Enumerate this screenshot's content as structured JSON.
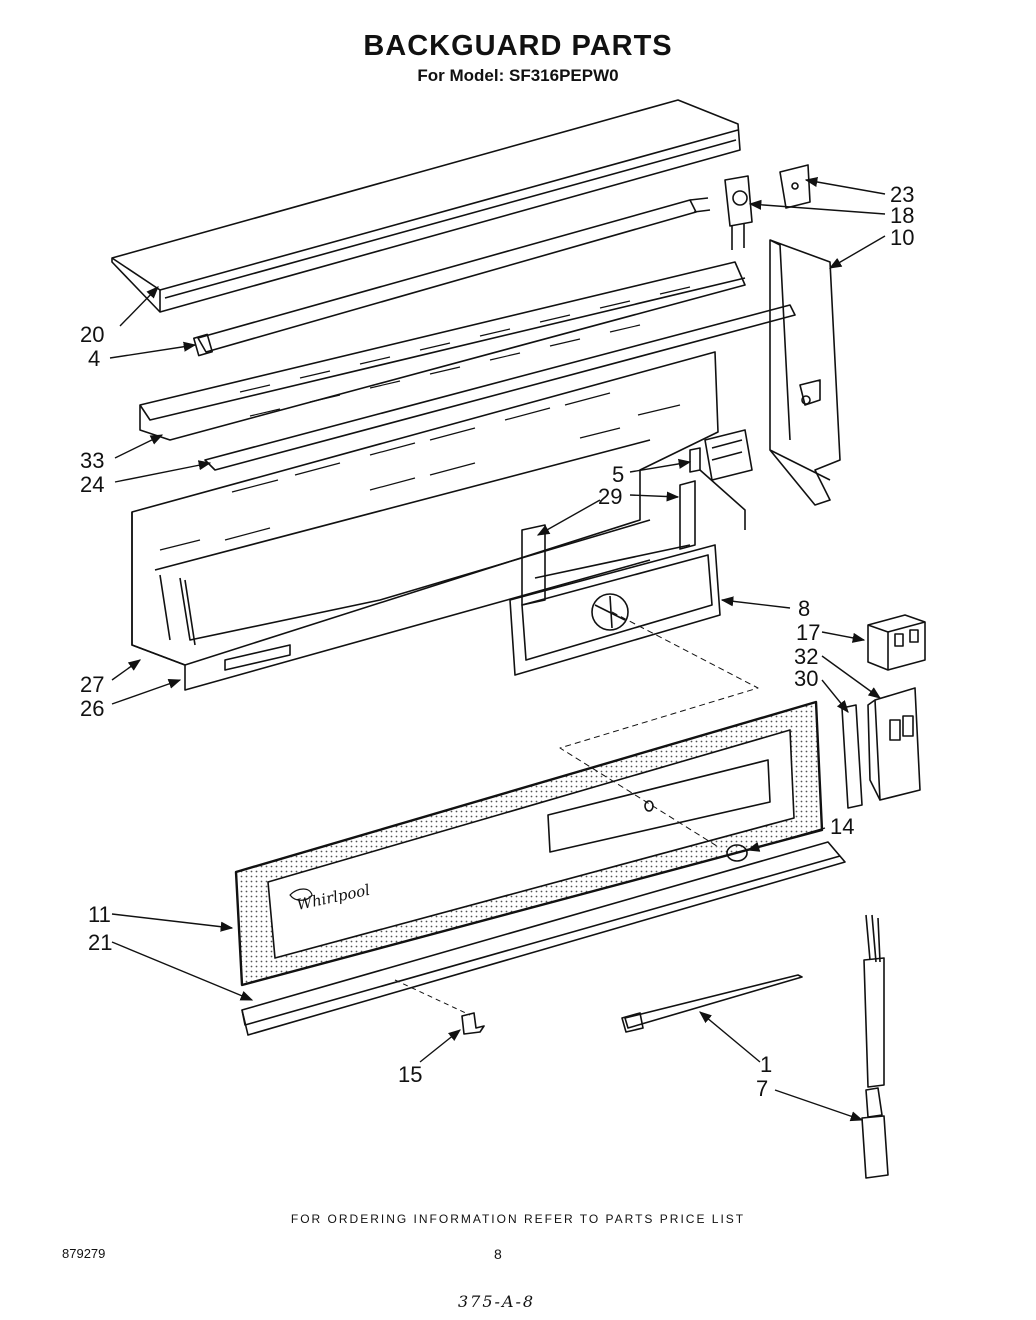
{
  "header": {
    "title": "BACKGUARD PARTS",
    "subtitle": "For Model: SF316PEPW0"
  },
  "callouts": {
    "c23": "23",
    "c18": "18",
    "c10": "10",
    "c20": "20",
    "c4": "4",
    "c33": "33",
    "c24": "24",
    "c5": "5",
    "c29": "29",
    "c8": "8",
    "c17": "17",
    "c32": "32",
    "c30": "30",
    "c27": "27",
    "c26": "26",
    "c14": "14",
    "c11": "11",
    "c21": "21",
    "c15": "15",
    "c1": "1",
    "c7": "7"
  },
  "footer": {
    "note": "FOR ORDERING INFORMATION REFER TO PARTS PRICE LIST",
    "doc_number": "879279",
    "page": "8",
    "handwritten": "375-A-8"
  }
}
